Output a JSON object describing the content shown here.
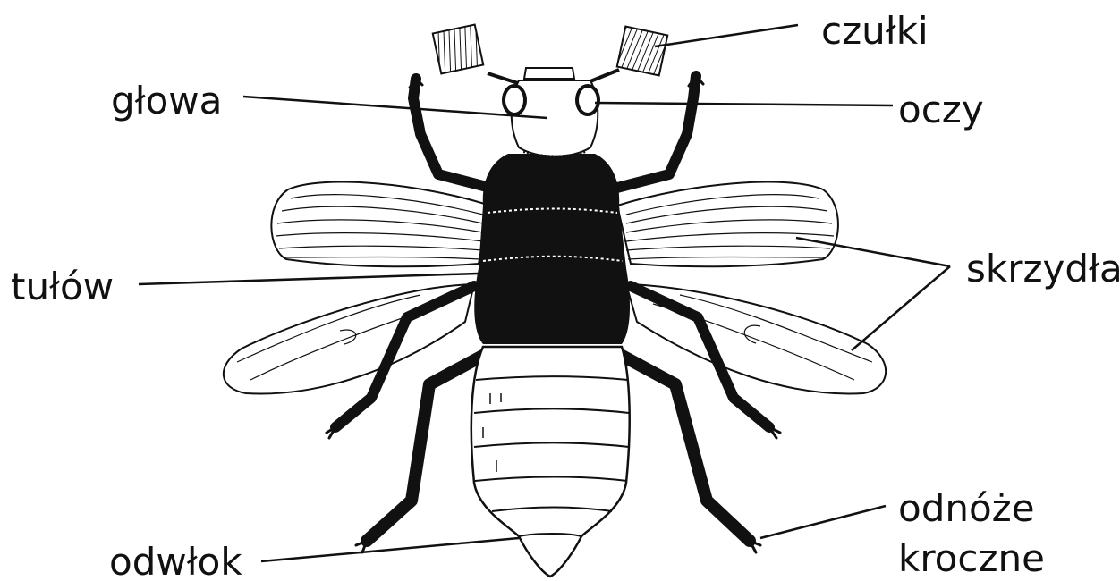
{
  "labels": {
    "antennae": "czułki",
    "head": "głowa",
    "eyes": "oczy",
    "wings": "skrzydła",
    "thorax": "tułów",
    "leg_line1": "odnóże",
    "leg_line2": "kroczne",
    "abdomen": "odwłok"
  },
  "colors": {
    "ink": "#111111",
    "background": "#ffffff"
  }
}
